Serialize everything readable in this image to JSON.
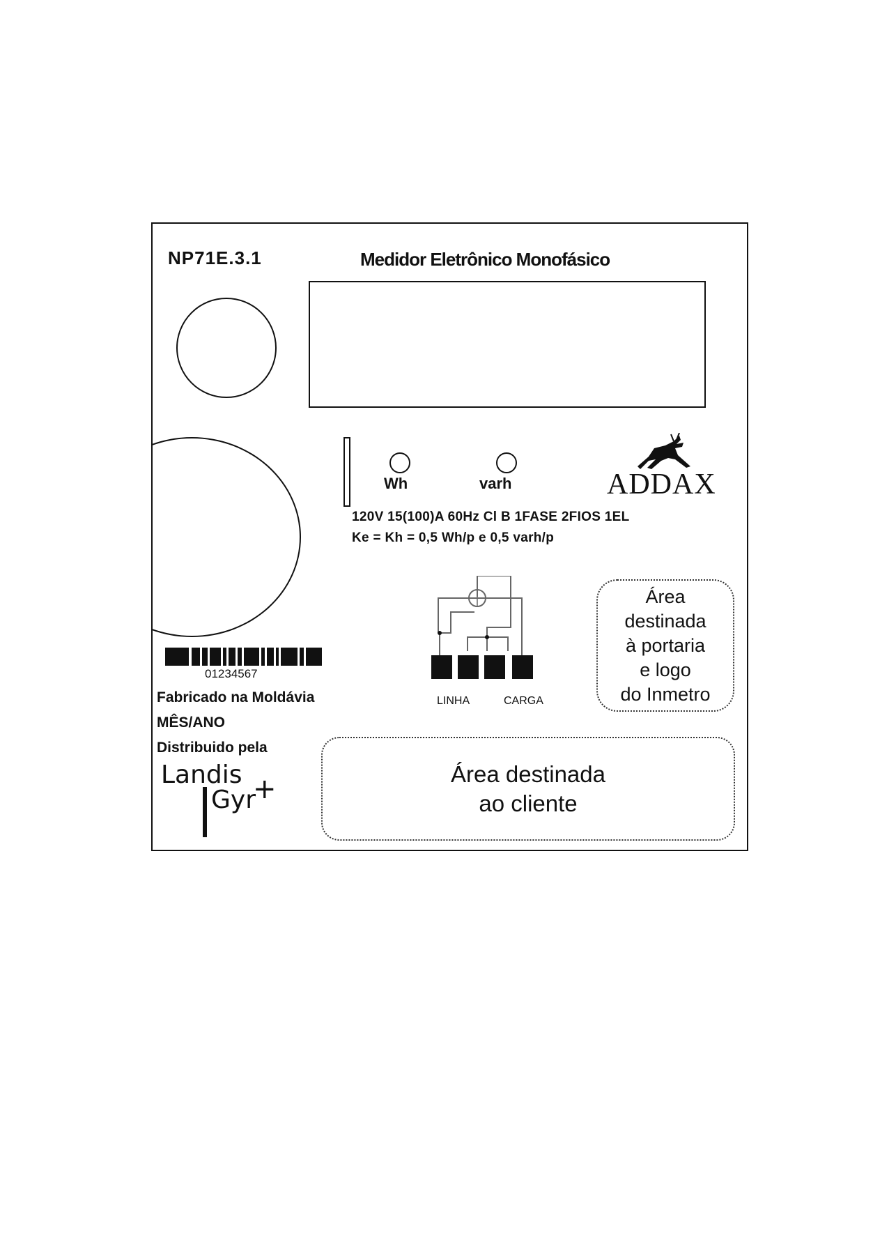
{
  "plate": {
    "model": "NP71E.3.1",
    "title": "Medidor Eletrônico Monofásico"
  },
  "leds": [
    {
      "label": "Wh"
    },
    {
      "label": "varh"
    }
  ],
  "brand": {
    "name": "ADDAX",
    "logo_icon": "leaping-antelope-icon"
  },
  "specs": {
    "line1": "120V 15(100)A 60Hz Cl B 1FASE 2FIOS 1EL",
    "line2": "Ke = Kh = 0,5 Wh/p e 0,5 varh/p"
  },
  "wiring": {
    "line_label": "LINHA",
    "load_label": "CARGA"
  },
  "inmetro_area": {
    "lines": [
      "Área",
      "destinada",
      "à portaria",
      "e logo",
      "do Inmetro"
    ]
  },
  "client_area": {
    "lines": [
      "Área destinada",
      "ao cliente"
    ]
  },
  "barcode": {
    "number": "01234567"
  },
  "manufacturer": {
    "made_in": "Fabricado na Moldávia",
    "date": "MÊS/ANO",
    "distributed_by": "Distribuido pela",
    "logo_line1": "Landis",
    "logo_line2": "Gyr",
    "logo_plus": "+"
  }
}
